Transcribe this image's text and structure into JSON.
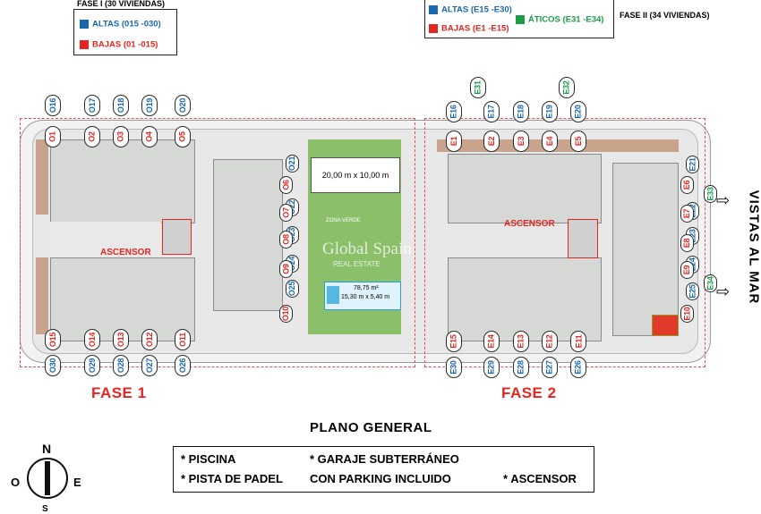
{
  "legend_phase1": {
    "title": "FASE I (30 VIVIENDAS)",
    "items": [
      {
        "label": "ALTAS (015 -030)",
        "color": "#1a67b0"
      },
      {
        "label": "BAJAS (01 -015)",
        "color": "#e52520"
      }
    ]
  },
  "legend_phase2": {
    "items": [
      {
        "label": "ALTAS (E15 -E30)",
        "color": "#1a67b0"
      },
      {
        "label": "BAJAS (E1 -E15)",
        "color": "#e52520"
      },
      {
        "label": "ÁTICOS (E31 -E34)",
        "color": "#1e9b48"
      }
    ],
    "title": "FASE II (34 VIVIENDAS)"
  },
  "plan": {
    "court_label": "20,00 m x 10,00 m",
    "green_label": "ZONA VERDE",
    "pool_area": "78,75 m²",
    "pool_dims": "15,30 m x 5,40 m",
    "watermark": "Global Spain",
    "watermark_sub": "REAL ESTATE",
    "lift_label_left": "ASCENSOR",
    "lift_label_right": "ASCENSOR",
    "phase1_label": "FASE 1",
    "phase2_label": "FASE 2",
    "sea_view": "VISTAS AL MAR",
    "storage_label": ""
  },
  "units": {
    "p1_top_high": [
      "O16",
      "O17",
      "O18",
      "O19",
      "O20"
    ],
    "p1_top_low": [
      "O1",
      "O2",
      "O3",
      "O4",
      "O5"
    ],
    "p1_mid_high": [
      "O21",
      "O22",
      "O23",
      "O24",
      "O25"
    ],
    "p1_mid_low": [
      "O6",
      "O7",
      "O8",
      "O9",
      "O10"
    ],
    "p1_bot_low": [
      "O15",
      "O14",
      "O13",
      "O12",
      "O11"
    ],
    "p1_bot_high": [
      "O30",
      "O29",
      "O28",
      "O27",
      "O26"
    ],
    "p2_attic_top": [
      "E31",
      "E32"
    ],
    "p2_top_high": [
      "E16",
      "E17",
      "E18",
      "E19",
      "E20"
    ],
    "p2_top_low": [
      "E1",
      "E2",
      "E3",
      "E4",
      "E5"
    ],
    "p2_right_high": [
      "E21",
      "E22",
      "E23",
      "E24",
      "E25"
    ],
    "p2_right_low": [
      "E6",
      "E7",
      "E8",
      "E9",
      "E10"
    ],
    "p2_right_attic": [
      "E33",
      "E34"
    ],
    "p2_bot_low": [
      "E15",
      "E14",
      "E13",
      "E12",
      "E11"
    ],
    "p2_bot_high": [
      "E30",
      "E29",
      "E28",
      "E27",
      "E26"
    ]
  },
  "general": {
    "title": "PLANO GENERAL",
    "features": [
      "* PISCINA",
      "* PISTA DE PADEL",
      "* GARAJE SUBTERRÁNEO",
      "CON PARKING INCLUIDO",
      "* ASCENSOR"
    ]
  },
  "compass": {
    "n": "N",
    "o": "O",
    "e": "E",
    "s": "S"
  }
}
